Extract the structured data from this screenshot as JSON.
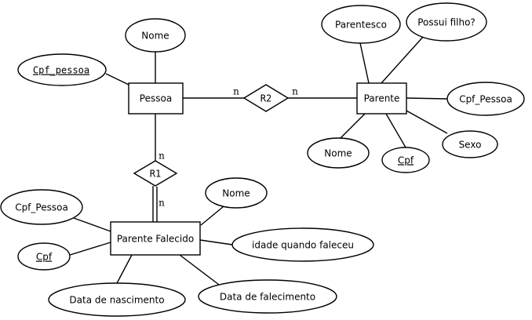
{
  "entities": {
    "pessoa": "Pessoa",
    "parente": "Parente",
    "parente_falecido": "Parente Falecido"
  },
  "relationships": {
    "r1": "R1",
    "r2": "R2"
  },
  "cardinalities": {
    "r2_pessoa": "n",
    "r2_parente": "n",
    "r1_pessoa": "n",
    "r1_falecido": "n"
  },
  "attributes": {
    "pessoa": {
      "nome": "Nome",
      "cpf_pessoa": "Cpf_pessoa"
    },
    "parente": {
      "parentesco": "Parentesco",
      "possui_filho": "Possui filho?",
      "cpf_pessoa": "Cpf_Pessoa",
      "sexo": "Sexo",
      "cpf": "Cpf",
      "nome": "Nome"
    },
    "parente_falecido": {
      "nome": "Nome",
      "cpf_pessoa": "Cpf_Pessoa",
      "cpf": "Cpf",
      "idade": "idade quando faleceu",
      "data_nascimento": "Data de nascimento",
      "data_falecimento": "Data de falecimento"
    }
  }
}
